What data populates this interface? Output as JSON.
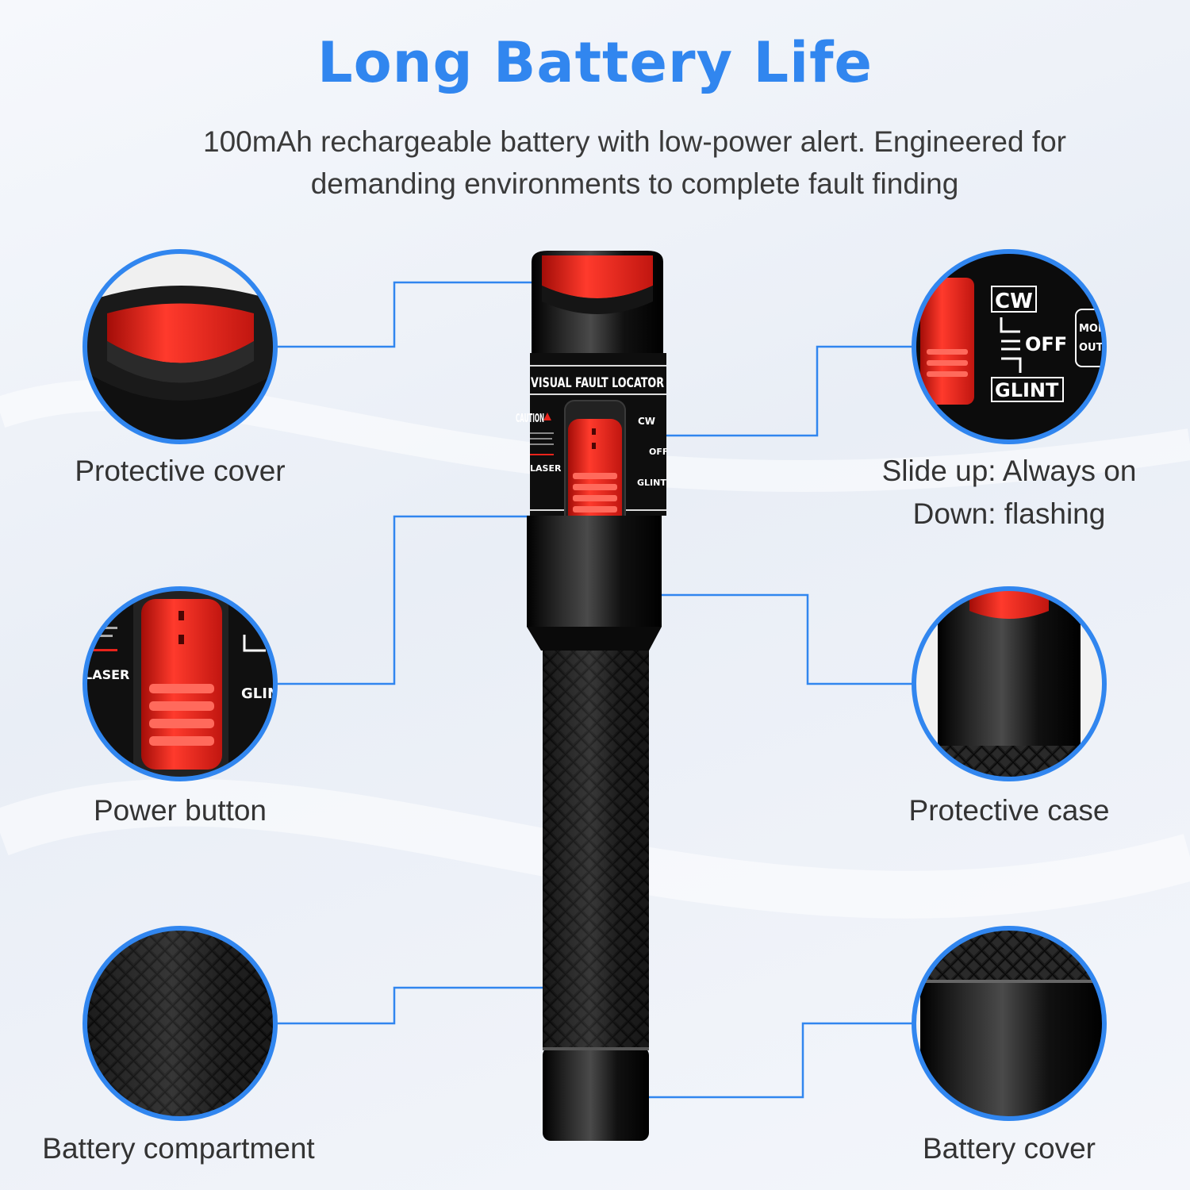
{
  "header": {
    "title": "Long Battery Life",
    "subtitle_lines": [
      "100mAh rechargeable battery with low-power alert. Engineered for",
      "demanding environments to complete fault finding"
    ]
  },
  "device": {
    "band_text": "VISUAL FAULT LOCATOR",
    "caution_text": "CAUTION",
    "laser_text": "LASER",
    "mode_labels": [
      "CW",
      "OFF",
      "GLINT"
    ],
    "mode_output_text": [
      "MODE",
      "OUTPUT"
    ]
  },
  "callouts": {
    "protective_cover": "Protective cover",
    "slide_lines": [
      "Slide up: Always on",
      "Down: flashing"
    ],
    "power_button": "Power button",
    "protective_case": "Protective case",
    "battery_compartment": "Battery compartment",
    "battery_cover": "Battery cover"
  },
  "colors": {
    "accent_blue": "#3186ef",
    "device_red": "#e8231b",
    "device_black": "#111111",
    "text_dark": "#333333"
  }
}
